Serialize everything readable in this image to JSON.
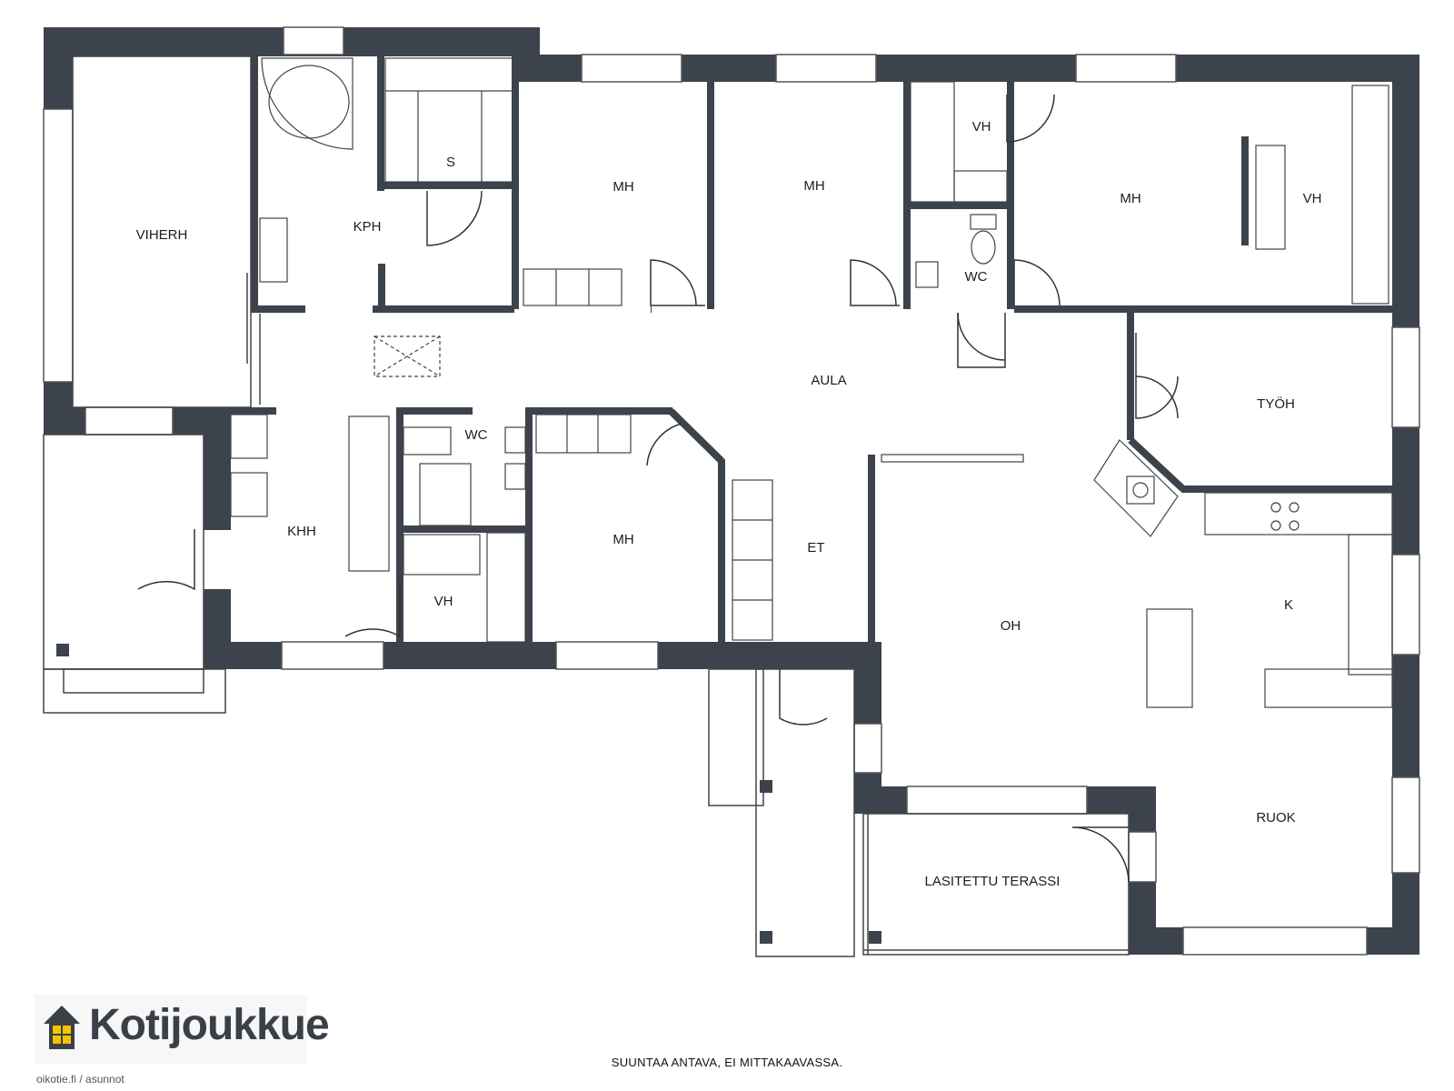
{
  "rooms": {
    "viherh": "VIHERH",
    "kph": "KPH",
    "s": "S",
    "mh1": "MH",
    "mh2": "MH",
    "vh1": "VH",
    "wc1": "WC",
    "mh3": "MH",
    "vh2": "VH",
    "aula": "AULA",
    "tyoh": "TYÖH",
    "khh": "KHH",
    "wc2": "WC",
    "mh4": "MH",
    "vh3": "VH",
    "et": "ET",
    "oh": "OH",
    "k": "K",
    "ruok": "RUOK",
    "terassi": "LASITETTU TERASSI"
  },
  "footer": {
    "disclaimer": "SUUNTAA ANTAVA, EI MITTAKAAVASSA.",
    "brand": "Kotijoukkue",
    "source": "oikotie.fi / asunnot"
  },
  "colors": {
    "wall": "#3d434c",
    "line": "#333333",
    "brand_yellow": "#f5c400"
  }
}
